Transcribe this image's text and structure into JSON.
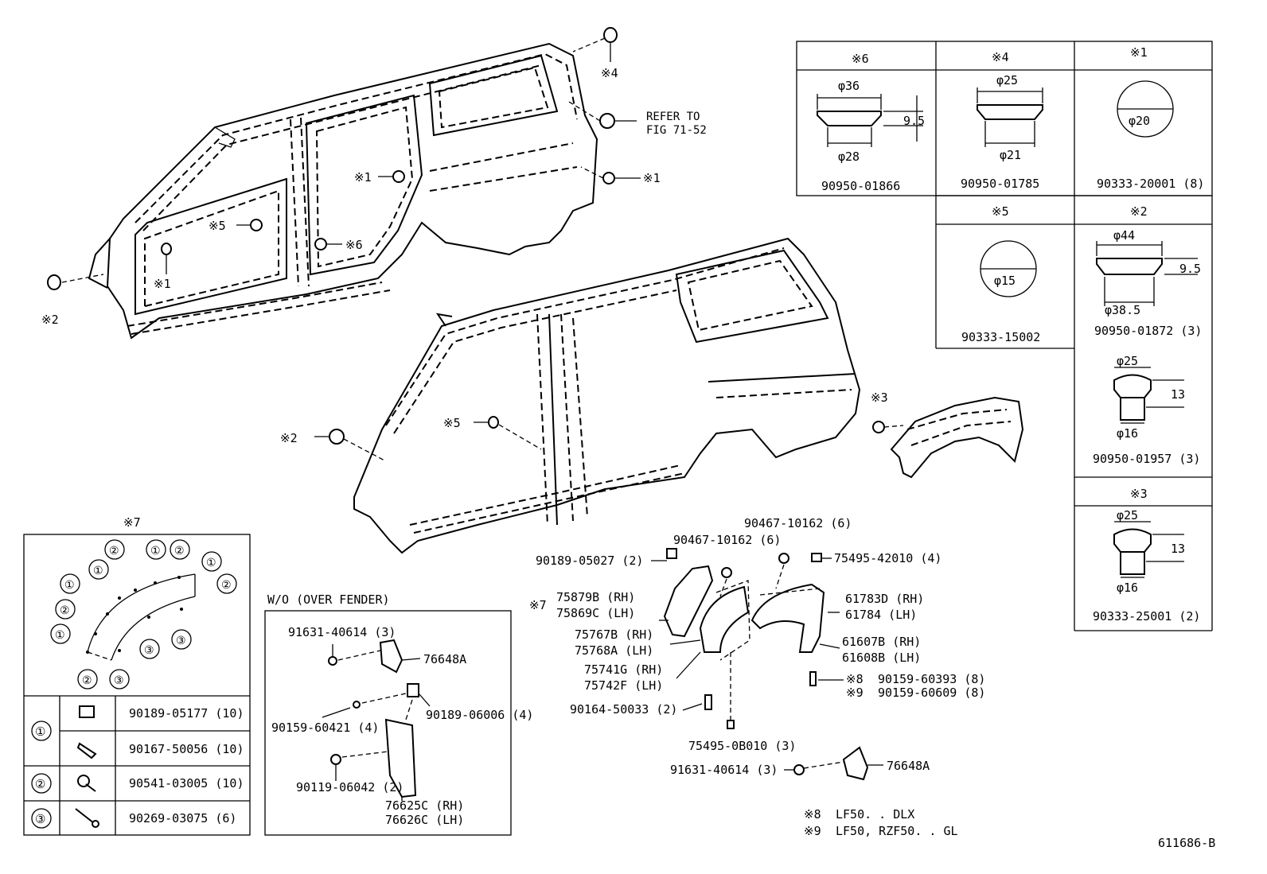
{
  "notes": {
    "refer_line1": "REFER TO",
    "refer_line2": "FIG 71-52",
    "wo_over_fender": "W/O (OVER FENDER)",
    "figure_id": "611686-B",
    "footnote8_mark": "※8",
    "footnote8_text": "LF50. . DLX",
    "footnote9_mark": "※9",
    "footnote9_text": "LF50, RZF50. . GL"
  },
  "body_callouts": {
    "m4": "※4",
    "m1_top": "※1",
    "m1_mid": "※1",
    "m1_left": "※1",
    "m5_upper": "※5",
    "m6": "※6",
    "m2_upper": "※2",
    "m2_lower": "※2",
    "m5_lower": "※5",
    "m3": "※3",
    "m7": "※7"
  },
  "plug_table": {
    "cells": [
      {
        "mark": "※6",
        "part": "90950-01866",
        "d_top": "φ36",
        "d_bottom": "φ28",
        "h": "9.5"
      },
      {
        "mark": "※4",
        "part": "90950-01785",
        "d_top": "φ25",
        "d_bottom": "φ21"
      },
      {
        "mark": "※1",
        "part": "90333-20001 (8)",
        "d": "φ20"
      },
      {
        "mark": "※5",
        "part": "90333-15002",
        "d": "φ15"
      },
      {
        "mark": "※2",
        "part": "90950-01872 (3)",
        "d_top": "φ44",
        "d_bottom": "φ38.5",
        "h": "9.5"
      },
      {
        "part": "90950-01957 (3)",
        "d_top": "φ25",
        "d_bottom": "φ16",
        "h": "13"
      },
      {
        "mark": "※3",
        "part": "90333-25001 (2)",
        "d_top": "φ25",
        "d_bottom": "φ16",
        "h": "13"
      }
    ]
  },
  "clip_legend": {
    "title": "※7",
    "circle_nums": [
      "①",
      "②",
      "③"
    ],
    "rows": [
      {
        "num": "①",
        "part": "90189-05177 (10)"
      },
      {
        "num": "",
        "part": "90167-50056 (10)"
      },
      {
        "num": "②",
        "part": "90541-03005 (10)"
      },
      {
        "num": "③",
        "part": "90269-03075 (6)"
      }
    ]
  },
  "wo_parts": [
    "91631-40614 (3)",
    "76648A",
    "90159-60421 (4)",
    "90189-06006 (4)",
    "90119-06042 (2)",
    "76625C (RH)",
    "76626C (LH)"
  ],
  "fender_parts": [
    "90189-05027 (2)",
    "90467-10162 (6)",
    "90467-10162 (6)",
    "75495-42010 (4)",
    "※7",
    "75879B (RH)",
    "75869C (LH)",
    "61783D (RH)",
    "61784  (LH)",
    "75767B (RH)",
    "75768A (LH)",
    "61607B (RH)",
    "61608B (LH)",
    "75741G (RH)",
    "75742F (LH)",
    "※8",
    "90159-60393 (8)",
    "※9",
    "90159-60609 (8)",
    "90164-50033 (2)",
    "75495-0B010 (3)",
    "91631-40614 (3)",
    "76648A"
  ]
}
